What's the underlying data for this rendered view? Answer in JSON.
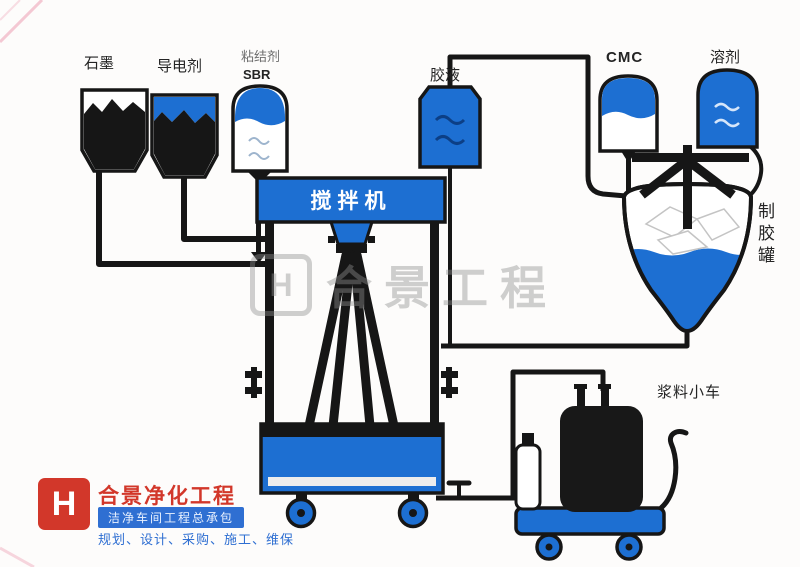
{
  "labels": {
    "graphite": "石墨",
    "conductive_agent": "导电剂",
    "binder": "粘结剂",
    "binder_type": "SBR",
    "glue_solution": "胶液",
    "cmc": "CMC",
    "solvent": "溶剂",
    "mixer": "搅拌机",
    "glue_tank": "制胶罐",
    "slurry_cart": "浆料小车"
  },
  "watermark": {
    "logo_letter": "H",
    "text": "合景工程"
  },
  "branding": {
    "logo_letter": "H",
    "company_name": "合景净化工程",
    "tagline": "洁净车间工程总承包",
    "services": "规划、设计、采购、施工、维保"
  },
  "colors": {
    "primary_blue": "#1d6fd2",
    "dark_navy": "#0c3f86",
    "ink_black": "#161616",
    "brand_red": "#d2372a",
    "watermark_gray": "#8f8f8f"
  }
}
